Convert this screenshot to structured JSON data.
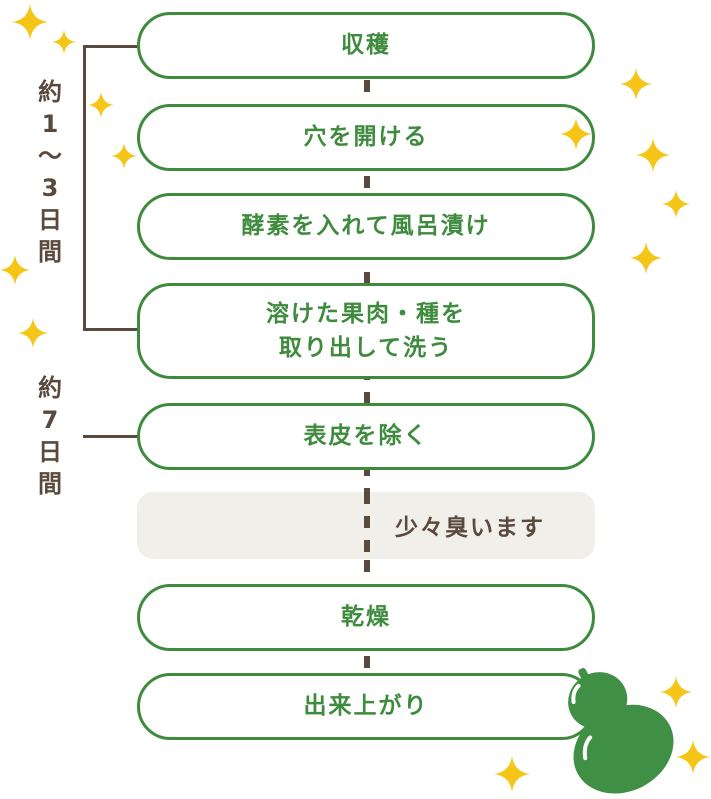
{
  "steps": [
    {
      "label": "収穫"
    },
    {
      "label": "穴を開ける"
    },
    {
      "label": "酵素を入れて風呂漬け"
    },
    {
      "label_line1": "溶けた果肉・種を",
      "label_line2": "取り出して洗う"
    },
    {
      "label": "表皮を除く"
    },
    {
      "label": "乾燥"
    },
    {
      "label": "出来上がり"
    }
  ],
  "note": {
    "label": "少々臭います"
  },
  "duration_labels": {
    "first": [
      "約",
      "1",
      "〜",
      "3",
      "日",
      "間"
    ],
    "second": [
      "約",
      "7",
      "日",
      "間"
    ]
  },
  "colors": {
    "step_border": "#3e8b3e",
    "step_text": "#3e8b3e",
    "line": "#5a4a3e",
    "note_bg": "#f1efea",
    "sparkle": "#f5c518",
    "gourd": "#3f8f45"
  },
  "icons": {
    "sparkle": "sparkle-icon",
    "gourd": "gourd-icon"
  }
}
